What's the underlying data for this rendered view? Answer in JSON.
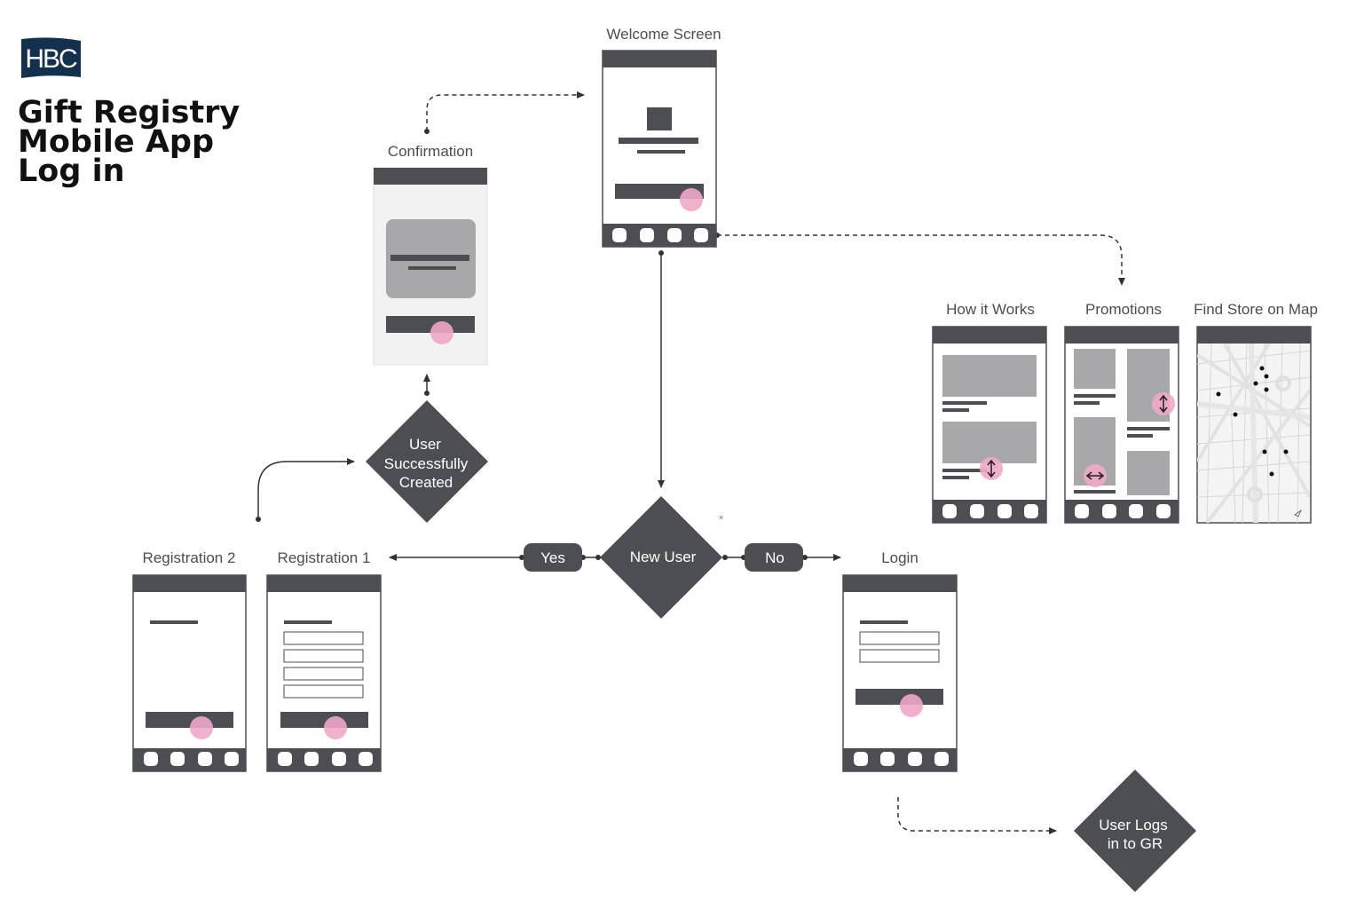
{
  "brand": {
    "logo_text": "HBC"
  },
  "title": {
    "line1": "Gift Registry",
    "line2": "Mobile App",
    "line3": "Log in"
  },
  "screens": {
    "welcome": "Welcome Screen",
    "confirmation": "Confirmation",
    "how_it_works": "How it Works",
    "promotions": "Promotions",
    "find_store": "Find Store on Map",
    "registration2": "Registration 2",
    "registration1": "Registration 1",
    "login": "Login"
  },
  "decisions": {
    "new_user": "New User",
    "user_created": [
      "User",
      "Successfully",
      "Created"
    ],
    "user_logs": [
      "User Logs",
      "in to GR"
    ]
  },
  "pills": {
    "yes": "Yes",
    "no": "No"
  },
  "colors": {
    "dark": "#4c4e53",
    "gray": "#a8a8aa",
    "pink": "#f0a9c8",
    "line": "#333333"
  }
}
